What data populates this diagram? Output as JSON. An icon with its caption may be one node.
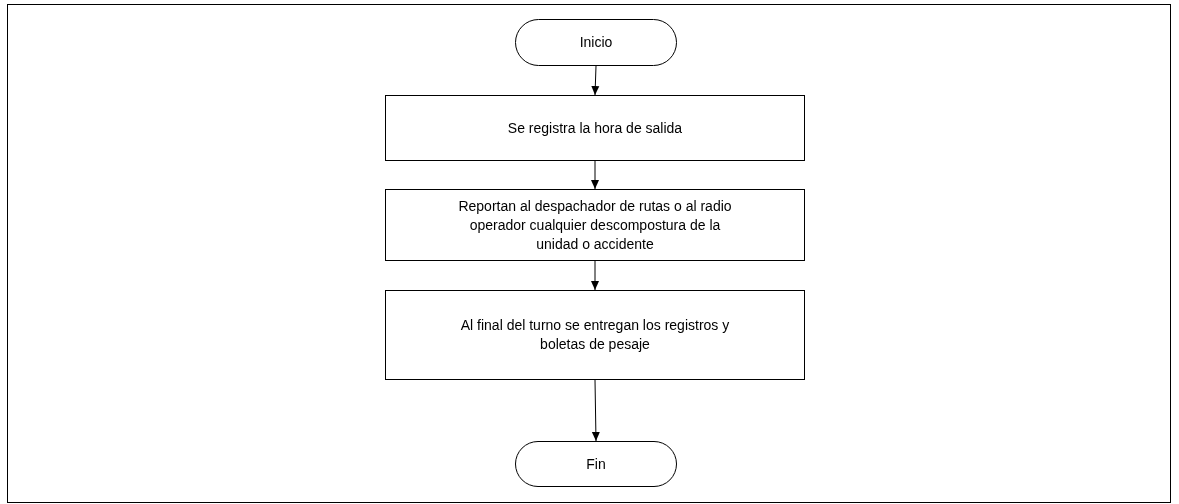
{
  "diagram": {
    "nodes": [
      {
        "text": [
          "Inicio"
        ]
      },
      {
        "text": [
          "Se registra la hora de salida"
        ]
      },
      {
        "text": [
          "Reportan al despachador de rutas o al radio operador cualquier descompostura de la unidad o accidente"
        ]
      },
      {
        "text": [
          "Al final del turno se entregan los registros y boletas de pesaje"
        ]
      },
      {
        "text": [
          "Fin"
        ]
      }
    ],
    "edges": [
      {
        "from": 0,
        "to": 1,
        "arrow": "to"
      },
      {
        "from": 1,
        "to": 2,
        "arrow": "to"
      },
      {
        "from": 2,
        "to": 3,
        "arrow": "to"
      },
      {
        "from": 3,
        "to": 4,
        "arrow": "to"
      }
    ]
  }
}
